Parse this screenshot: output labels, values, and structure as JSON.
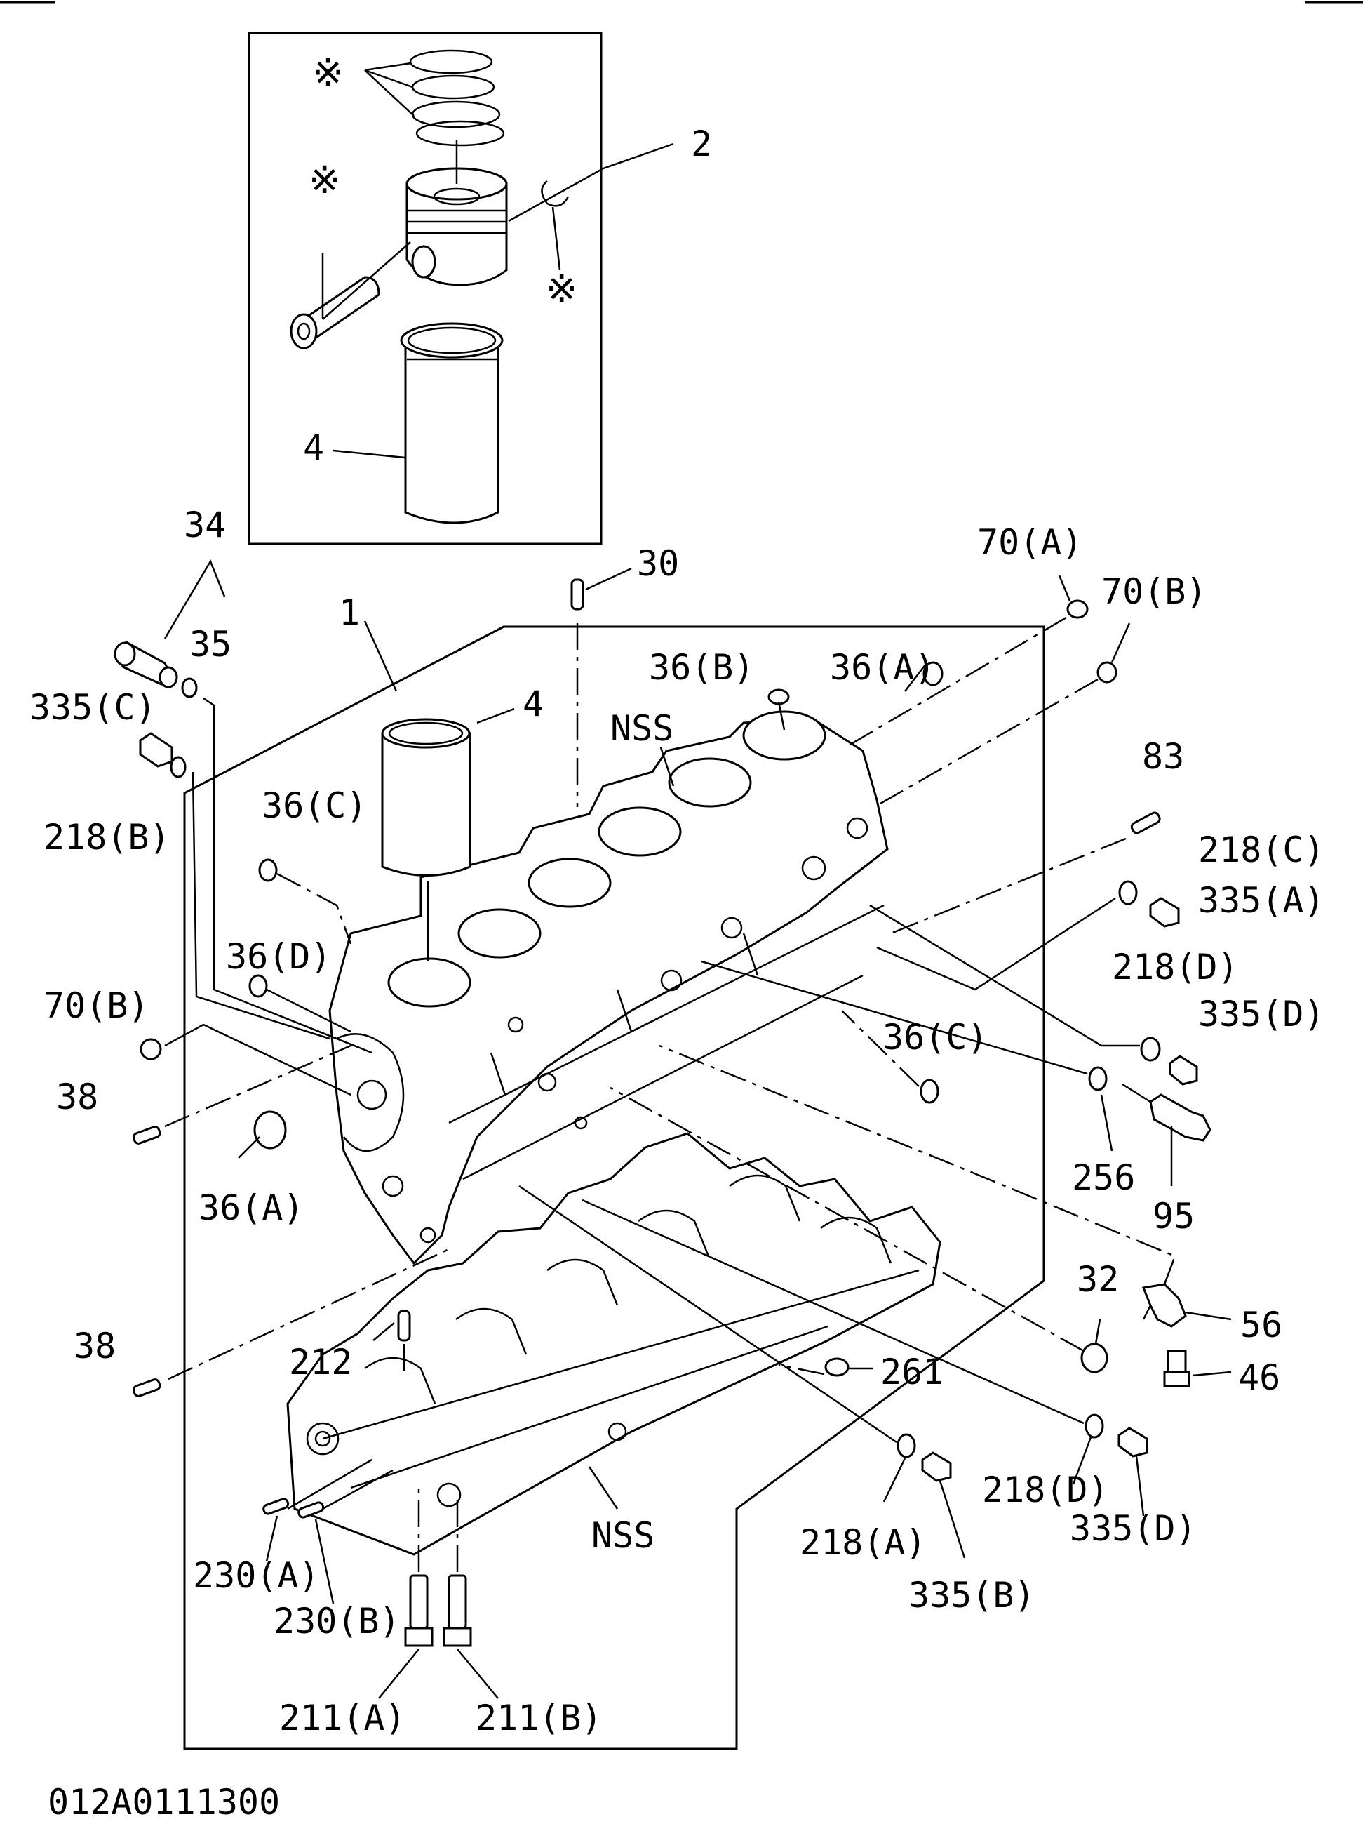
{
  "diagram_code": "012A0111300",
  "callouts": [
    {
      "id": "c2",
      "text": "2"
    },
    {
      "id": "c4a",
      "text": "4"
    },
    {
      "id": "c34",
      "text": "34"
    },
    {
      "id": "c35",
      "text": "35"
    },
    {
      "id": "c30",
      "text": "30"
    },
    {
      "id": "c1",
      "text": "1"
    },
    {
      "id": "c70a",
      "text": "70(A)"
    },
    {
      "id": "c70b1",
      "text": "70(B)"
    },
    {
      "id": "c335c",
      "text": "335(C)"
    },
    {
      "id": "c36b",
      "text": "36(B)"
    },
    {
      "id": "c36a1",
      "text": "36(A)"
    },
    {
      "id": "c4b",
      "text": "4"
    },
    {
      "id": "cnss1",
      "text": "NSS"
    },
    {
      "id": "c218b",
      "text": "218(B)"
    },
    {
      "id": "c36c1",
      "text": "36(C)"
    },
    {
      "id": "c83",
      "text": "83"
    },
    {
      "id": "c218c",
      "text": "218(C)"
    },
    {
      "id": "c335a",
      "text": "335(A)"
    },
    {
      "id": "c36d",
      "text": "36(D)"
    },
    {
      "id": "c218d1",
      "text": "218(D)"
    },
    {
      "id": "c70b2",
      "text": "70(B)"
    },
    {
      "id": "c335d1",
      "text": "335(D)"
    },
    {
      "id": "c36c2",
      "text": "36(C)"
    },
    {
      "id": "c38a",
      "text": "38"
    },
    {
      "id": "c36a2",
      "text": "36(A)"
    },
    {
      "id": "c256",
      "text": "256"
    },
    {
      "id": "c95",
      "text": "95"
    },
    {
      "id": "c32",
      "text": "32"
    },
    {
      "id": "c56",
      "text": "56"
    },
    {
      "id": "c38b",
      "text": "38"
    },
    {
      "id": "c212",
      "text": "212"
    },
    {
      "id": "c261",
      "text": "261"
    },
    {
      "id": "c46",
      "text": "46"
    },
    {
      "id": "c218d2",
      "text": "218(D)"
    },
    {
      "id": "c335d2",
      "text": "335(D)"
    },
    {
      "id": "cnss2",
      "text": "NSS"
    },
    {
      "id": "c218a",
      "text": "218(A)"
    },
    {
      "id": "c230a",
      "text": "230(A)"
    },
    {
      "id": "c335b",
      "text": "335(B)"
    },
    {
      "id": "c230b",
      "text": "230(B)"
    },
    {
      "id": "c211a",
      "text": "211(A)"
    },
    {
      "id": "c211b",
      "text": "211(B)"
    }
  ],
  "marks": [
    {
      "id": "s1",
      "text": "※"
    },
    {
      "id": "s2",
      "text": "※"
    },
    {
      "id": "s3",
      "text": "※"
    }
  ]
}
